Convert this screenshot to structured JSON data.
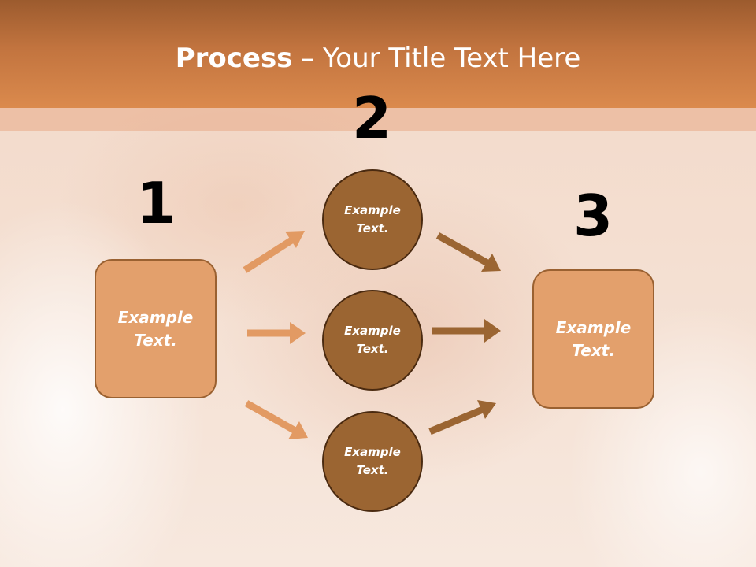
{
  "title": {
    "bold": "Process",
    "rest": " – Your Title Text Here"
  },
  "steps": [
    {
      "number": "1",
      "label": "Example Text."
    },
    {
      "number": "2",
      "label": ""
    },
    {
      "number": "3",
      "label": "Example Text."
    }
  ],
  "circles": [
    {
      "label": "Example Text."
    },
    {
      "label": "Example Text."
    },
    {
      "label": "Example Text."
    }
  ],
  "colors": {
    "header": "#d3823f",
    "box_fill": "#e3a06c",
    "circle_fill": "#9b6532",
    "arrow_light": "#e29a63",
    "arrow_dark": "#9b6532"
  }
}
